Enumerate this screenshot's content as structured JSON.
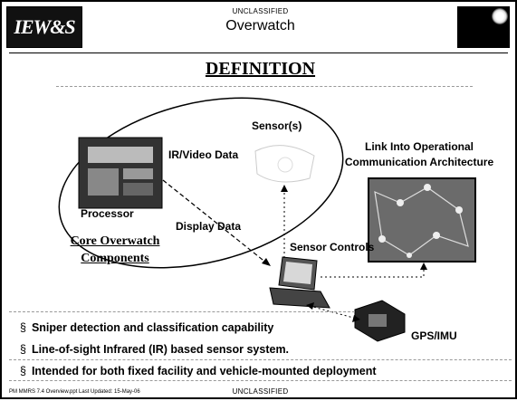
{
  "header": {
    "classification": "UNCLASSIFIED",
    "title": "Overwatch",
    "logo_text": "IEW&S"
  },
  "heading": "DEFINITION",
  "diagram": {
    "sensor_label": "Sensor(s)",
    "ir_video_label": "IR/Video Data",
    "processor_label": "Processor",
    "display_data_label": "Display Data",
    "link_label_line1": "Link Into Operational",
    "link_label_line2": "Communication Architecture",
    "core_label_line1": "Core Overwatch",
    "core_label_line2": "Components",
    "sensor_controls_label": "Sensor Controls",
    "gps_label": "GPS/IMU"
  },
  "bullets": [
    {
      "marker": "§",
      "text": "Sniper detection and classification capability"
    },
    {
      "marker": "§",
      "text": "Line-of-sight Infrared (IR) based sensor system."
    },
    {
      "marker": "§",
      "text": "Intended  for both fixed facility and vehicle-mounted deployment"
    }
  ],
  "footer": {
    "left_text": "PM MMRS 7.4 Overview.ppt    Last Updated: 15-May-06",
    "classification": "UNCLASSIFIED"
  }
}
